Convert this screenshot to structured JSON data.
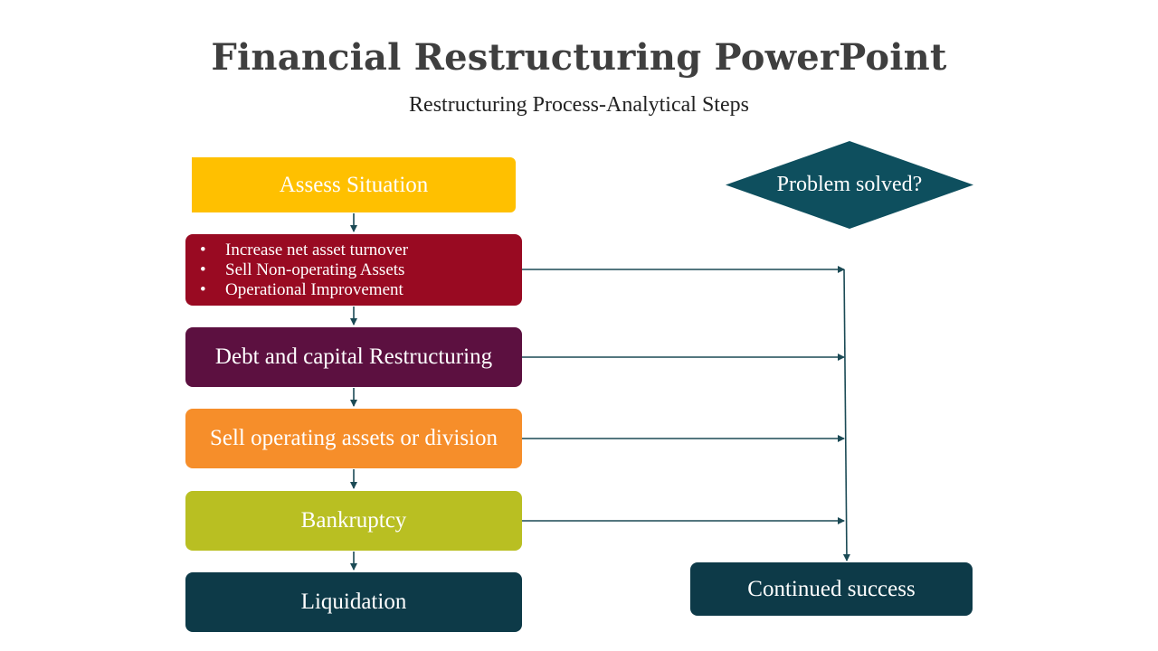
{
  "title": "Financial Restructuring PowerPoint",
  "subtitle": "Restructuring Process-Analytical Steps",
  "steps": {
    "assess": "Assess Situation",
    "actions": [
      "Increase net asset turnover",
      "Sell Non-operating Assets",
      "Operational Improvement"
    ],
    "debt": "Debt and capital Restructuring",
    "sell": "Sell operating assets or division",
    "bankruptcy": "Bankruptcy",
    "liquidation": "Liquidation"
  },
  "decision": {
    "label": "Problem solved?"
  },
  "outcome": {
    "label": "Continued success"
  },
  "colors": {
    "assess": "#ffc000",
    "actions": "#990a22",
    "debt": "#5c1040",
    "sell": "#f68e2a",
    "bankruptcy": "#b9bf22",
    "liquidation": "#0d3a48",
    "decision": "#0e4f5e",
    "success": "#0d3a48",
    "connector": "#1b4a55"
  }
}
